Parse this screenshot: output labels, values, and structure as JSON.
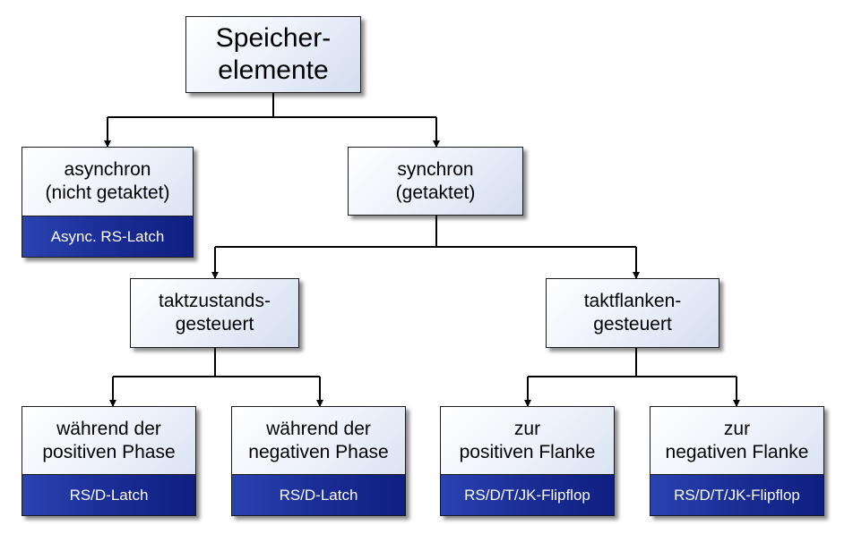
{
  "root": {
    "lines": [
      "Speicher-",
      "elemente"
    ]
  },
  "async": {
    "lines": [
      "asynchron",
      "(nicht getaktet)"
    ],
    "sub": "Async. RS-Latch"
  },
  "sync": {
    "lines": [
      "synchron",
      "(getaktet)"
    ]
  },
  "level_triggered": {
    "lines": [
      "taktzustands-",
      "gesteuert"
    ]
  },
  "edge_triggered": {
    "lines": [
      "taktflanken-",
      "gesteuert"
    ]
  },
  "positive_phase": {
    "lines": [
      "während der",
      "positiven Phase"
    ],
    "sub": "RS/D-Latch"
  },
  "negative_phase": {
    "lines": [
      "während der",
      "negativen Phase"
    ],
    "sub": "RS/D-Latch"
  },
  "positive_edge": {
    "lines": [
      "zur",
      "positiven Flanke"
    ],
    "sub": "RS/D/T/JK-Flipflop"
  },
  "negative_edge": {
    "lines": [
      "zur",
      "negativen Flanke"
    ],
    "sub": "RS/D/T/JK-Flipflop"
  },
  "colors": {
    "node_fill_light": "#ffffff",
    "node_fill_dark": "#d4deef",
    "sub_fill": "#1a2d96",
    "sub_text": "#ffffff",
    "line": "#000000"
  }
}
